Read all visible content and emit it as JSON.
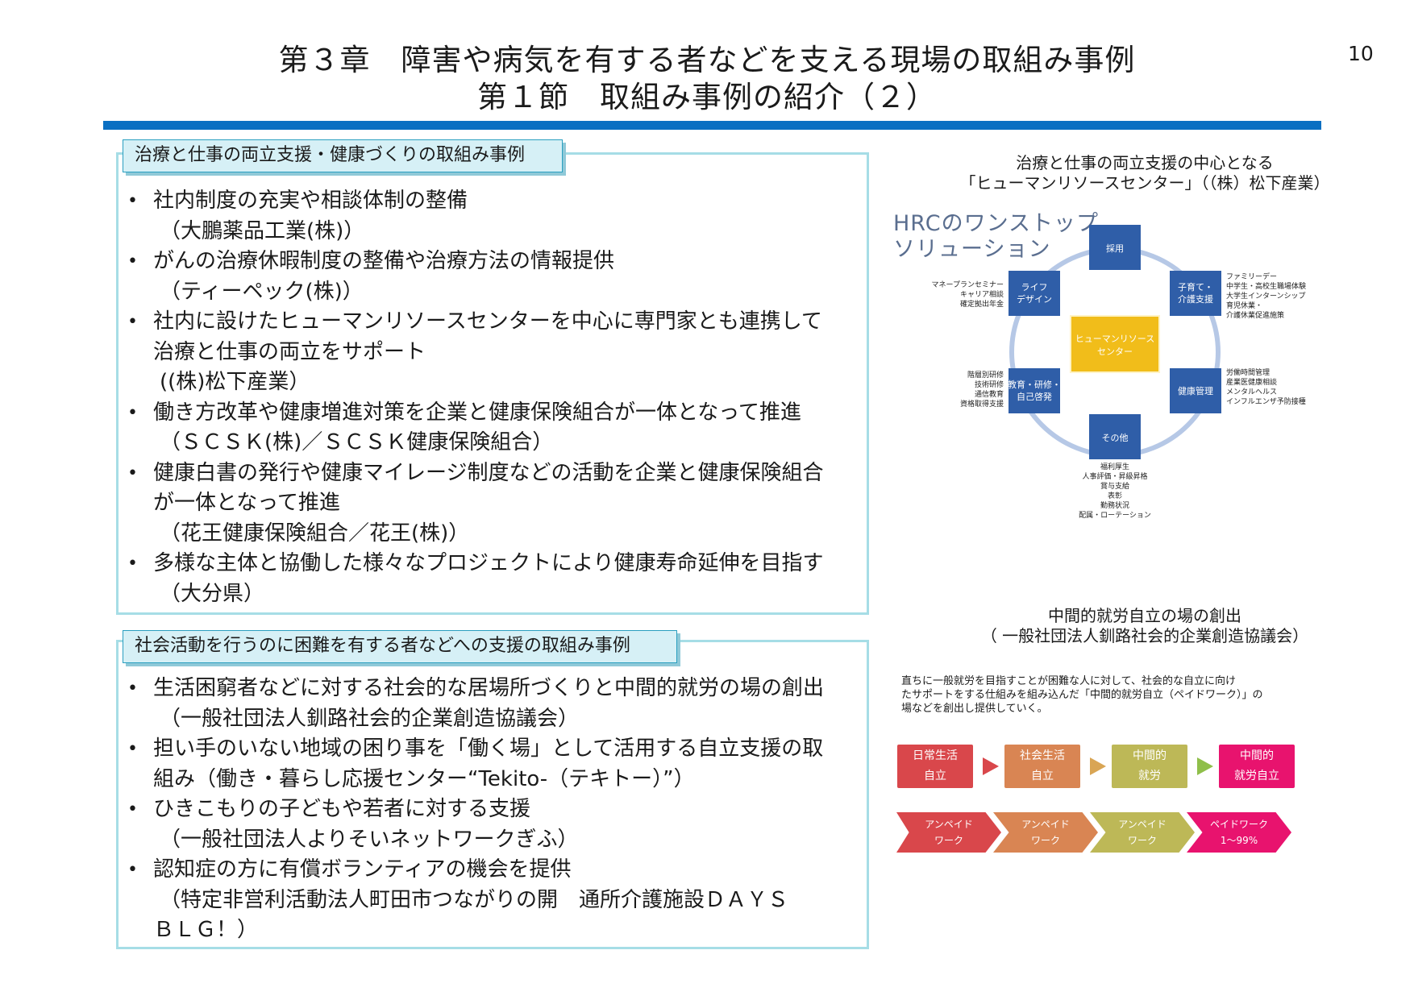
{
  "header": {
    "title_line1": "第３章　障害や病気を有する者などを支える現場の取組み事例",
    "title_line2": "第１節　取組み事例の紹介（２）",
    "page_number": "10"
  },
  "section1": {
    "heading": "治療と仕事の両立支援・健康づくりの取組み事例",
    "items": [
      {
        "text": "社内制度の充実や相談体制の整備",
        "org": "（大鵬薬品工業(株)）"
      },
      {
        "text": "がんの治療休暇制度の整備や治療方法の情報提供",
        "org": "（ティーペック(株)）"
      },
      {
        "text": "社内に設けたヒューマンリソースセンターを中心に専門家とも連携して",
        "text2": "治療と仕事の両立をサポート",
        "org": "((株)松下産業）"
      },
      {
        "text": "働き方改革や健康増進対策を企業と健康保険組合が一体となって推進",
        "org": "（ＳＣＳＫ(株)／ＳＣＳＫ健康保険組合）"
      },
      {
        "text": "健康白書の発行や健康マイレージ制度などの活動を企業と健康保険組合",
        "text2": "が一体となって推進",
        "org": "（花王健康保険組合／花王(株)）"
      },
      {
        "text": "多様な主体と協働した様々なプロジェクトにより健康寿命延伸を目指す",
        "org": "（大分県）"
      }
    ]
  },
  "section2": {
    "heading": "社会活動を行うのに困難を有する者などへの支援の取組み事例",
    "items": [
      {
        "text": "生活困窮者などに対する社会的な居場所づくりと中間的就労の場の創出",
        "org": "（一般社団法人釧路社会的企業創造協議会）"
      },
      {
        "text": "担い手のいない地域の困り事を「働く場」として活用する自立支援の取",
        "text2": "組み（働き・暮らし応援センター“Tekito-（テキトー）”）"
      },
      {
        "text": "ひきこもりの子どもや若者に対する支援",
        "org": "（一般社団法人よりそいネットワークぎふ）"
      },
      {
        "text": "認知症の方に有償ボランティアの機会を提供",
        "org": "（特定非営利活動法人町田市つながりの開　通所介護施設ＤＡＹＳ",
        "org2": "ＢＬＧ！）"
      }
    ]
  },
  "figure1": {
    "caption_line1": "治療と仕事の両立支援の中心となる",
    "caption_line2": "「ヒューマンリソースセンター」（（株）松下産業）",
    "diagram_title_line1": "HRCのワンストップ",
    "diagram_title_line2": "ソリューション",
    "center": [
      "ヒューマンリソース",
      "センター"
    ],
    "nodes": {
      "top": [
        "採用"
      ],
      "upper_left": [
        "ライフ",
        "デザイン"
      ],
      "upper_right": [
        "子育て・",
        "介護支援"
      ],
      "lower_left": [
        "教育・研修・",
        "自己啓発"
      ],
      "lower_right": [
        "健康管理"
      ],
      "bottom": [
        "その他"
      ]
    },
    "notes": {
      "upper_left": [
        "マネープランセミナー",
        "キャリア相談",
        "確定拠出年金"
      ],
      "upper_right": [
        "ファミリーデー",
        "中学生・高校生職場体験",
        "大学生インターンシップ",
        "育児休業・",
        "介護休業促進施策"
      ],
      "lower_left": [
        "階層別研修",
        "技術研修",
        "通信教育",
        "資格取得支援"
      ],
      "lower_right": [
        "労働時間管理",
        "産業医健康相談",
        "メンタルヘルス",
        "インフルエンザ予防接種"
      ],
      "bottom": [
        "福利厚生",
        "人事評価・昇級昇格",
        "賞与支給",
        "表彰",
        "勤務状況",
        "配属・ローテーション"
      ]
    }
  },
  "figure2": {
    "caption_line1": "中間的就労自立の場の創出",
    "caption_line2": "（ 一般社団法人釧路社会的企業創造協議会）",
    "description_line1": "直ちに一般就労を目指すことが困難な人に対して、社会的な自立に向け",
    "description_line2": "たサポートをする仕組みを組み込んだ「中間的就労自立（ペイドワーク）」の",
    "description_line3": "場などを創出し提供していく。",
    "stages": [
      {
        "line1": "日常生活",
        "line2": "自立",
        "color": "#d9474b"
      },
      {
        "line1": "社会生活",
        "line2": "自立",
        "color": "#d98553"
      },
      {
        "line1": "中間的",
        "line2": "就労",
        "color": "#bdb857"
      },
      {
        "line1": "中間的",
        "line2": "就労自立",
        "color": "#e8136e"
      }
    ],
    "arrow_colors": [
      "#d9474b",
      "#d9a554",
      "#8fbf4a"
    ],
    "chevrons": [
      {
        "line1": "アンペイド",
        "line2": "ワーク",
        "color": "#d9474b"
      },
      {
        "line1": "アンペイド",
        "line2": "ワーク",
        "color": "#d98553"
      },
      {
        "line1": "アンペイド",
        "line2": "ワーク",
        "color": "#bdb857"
      },
      {
        "line1": "ペイドワーク",
        "line2": "1～99%",
        "color": "#e8136e"
      }
    ]
  },
  "colors": {
    "rule": "#0a6fc2",
    "panel_border": "#a6dde6",
    "node": "#2f5ea8",
    "center": "#f1bd1a"
  }
}
